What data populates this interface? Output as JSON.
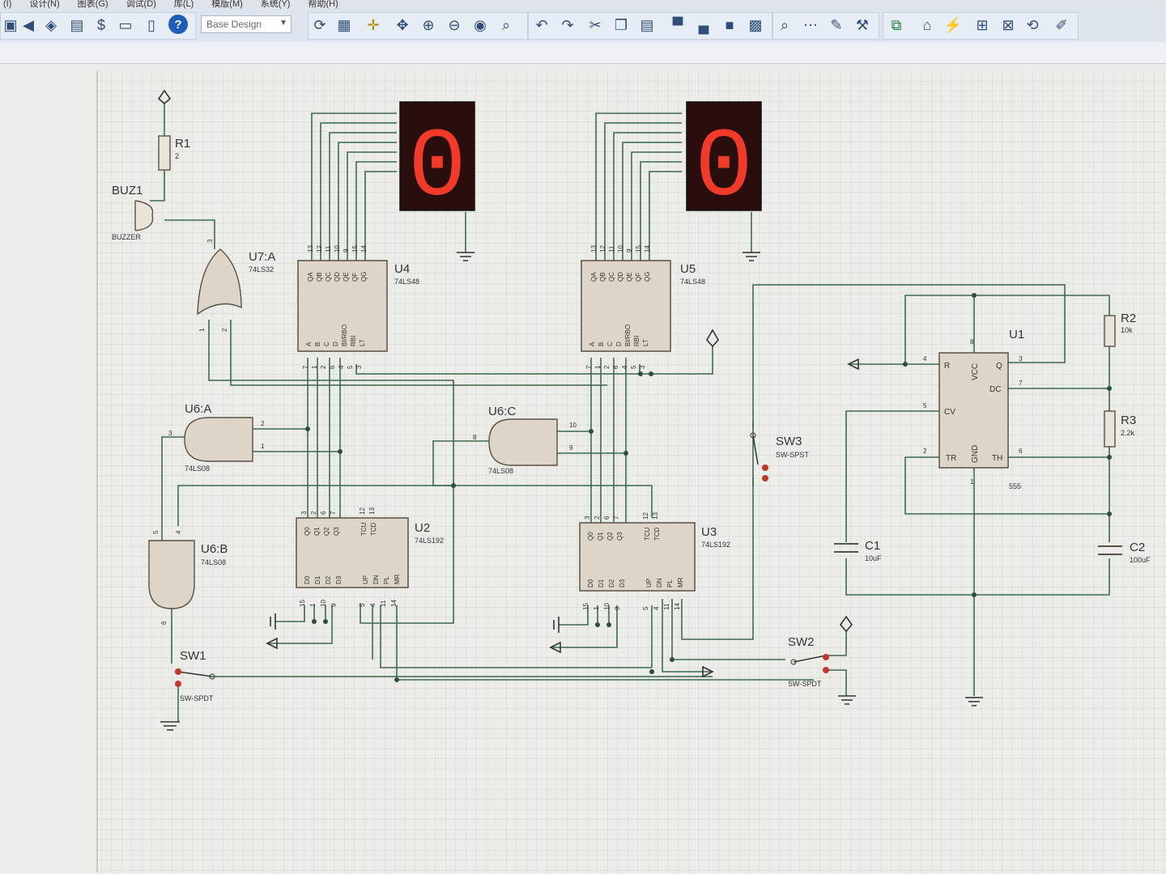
{
  "menu": [
    "(I)",
    "设计(N)",
    "图表(G)",
    "调试(D)",
    "库(L)",
    "模版(M)",
    "系统(Y)",
    "帮助(H)"
  ],
  "toolbar": {
    "design_combo": "Base Design"
  },
  "components": {
    "R1": {
      "ref": "R1",
      "value": "2"
    },
    "BUZ1": {
      "ref": "BUZ1",
      "value": "BUZZER"
    },
    "U7A": {
      "ref": "U7:A",
      "value": "74LS32"
    },
    "U4": {
      "ref": "U4",
      "value": "74LS48"
    },
    "U5": {
      "ref": "U5",
      "value": "74LS48"
    },
    "U6A": {
      "ref": "U6:A",
      "value": "74LS08"
    },
    "U6B": {
      "ref": "U6:B",
      "value": "74LS08"
    },
    "U6C": {
      "ref": "U6:C",
      "value": "74LS08"
    },
    "U2": {
      "ref": "U2",
      "value": "74LS192"
    },
    "U3": {
      "ref": "U3",
      "value": "74LS192"
    },
    "U1": {
      "ref": "U1",
      "value": "555"
    },
    "R2": {
      "ref": "R2",
      "value": "10k"
    },
    "R3": {
      "ref": "R3",
      "value": "2.2k"
    },
    "C1": {
      "ref": "C1",
      "value": "10uF"
    },
    "C2": {
      "ref": "C2",
      "value": "100uF"
    },
    "SW1": {
      "ref": "SW1",
      "value": "SW-SPDT"
    },
    "SW2": {
      "ref": "SW2",
      "value": "SW-SPDT"
    },
    "SW3": {
      "ref": "SW3",
      "value": "SW-SPST"
    }
  },
  "displays": {
    "left_digit": "0",
    "right_digit": "0"
  },
  "pins48_top": [
    "QA",
    "QB",
    "QC",
    "QD",
    "QE",
    "QF",
    "QG"
  ],
  "pins48_top_nums": [
    "13",
    "12",
    "11",
    "10",
    "9",
    "15",
    "14"
  ],
  "pins48_bottom": [
    "A",
    "B",
    "C",
    "D",
    "BI/RBO",
    "RBI",
    "LT"
  ],
  "pins48_bottom_nums": [
    "7",
    "1",
    "2",
    "6",
    "4",
    "5",
    "3"
  ],
  "pins192_top": [
    "Q0",
    "Q1",
    "Q2",
    "Q3",
    "TCU",
    "TCD"
  ],
  "pins192_top_nums": [
    "3",
    "2",
    "6",
    "7",
    "12",
    "13"
  ],
  "pins192_bottom": [
    "D0",
    "D1",
    "D2",
    "D3",
    "UP",
    "DN",
    "PL",
    "MR"
  ],
  "pins192_bottom_nums": [
    "15",
    "1",
    "10",
    "9",
    "5",
    "4",
    "11",
    "14"
  ],
  "pins555": {
    "r": "R",
    "vcc": "VCC",
    "q": "Q",
    "dc": "DC",
    "cv": "CV",
    "tr": "TR",
    "gnd": "GND",
    "th": "TH"
  },
  "pins555_nums": {
    "r": "4",
    "vcc": "8",
    "q": "3",
    "dc": "7",
    "cv": "5",
    "tr": "2",
    "gnd": "1",
    "th": "6"
  },
  "gate_pins": {
    "U7A_in1": "1",
    "U7A_in2": "2",
    "U7A_out": "3",
    "U6A_in1": "2",
    "U6A_in2": "1",
    "U6A_out": "3",
    "U6B_in1": "5",
    "U6B_in2": "4",
    "U6B_out": "6",
    "U6C_in1": "10",
    "U6C_in2": "9",
    "U6C_out": "8"
  }
}
